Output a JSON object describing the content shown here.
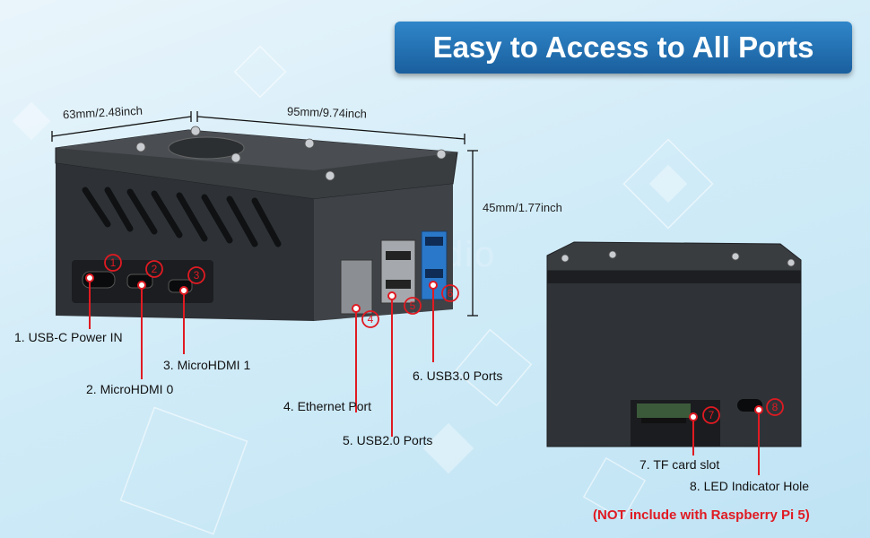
{
  "title": "Easy to Access to All Ports",
  "watermark": "GeeekStudio",
  "dimensions": {
    "width": "63mm/2.48inch",
    "length": "95mm/9.74inch",
    "height": "45mm/1.77inch"
  },
  "ports": [
    {
      "number": "1",
      "label": "1. USB-C Power IN"
    },
    {
      "number": "2",
      "label": "2. MicroHDMI 0"
    },
    {
      "number": "3",
      "label": "3. MicroHDMI 1"
    },
    {
      "number": "4",
      "label": "4. Ethernet Port"
    },
    {
      "number": "5",
      "label": "5. USB2.0 Ports"
    },
    {
      "number": "6",
      "label": "6. USB3.0 Ports"
    },
    {
      "number": "7",
      "label": "7. TF card slot"
    },
    {
      "number": "8",
      "label": "8. LED Indicator Hole"
    }
  ],
  "note": "(NOT include with Raspberry Pi 5)",
  "colors": {
    "accent_red": "#e01a22",
    "banner_blue": "#1f6fb4",
    "case_dark": "#2e3236"
  }
}
